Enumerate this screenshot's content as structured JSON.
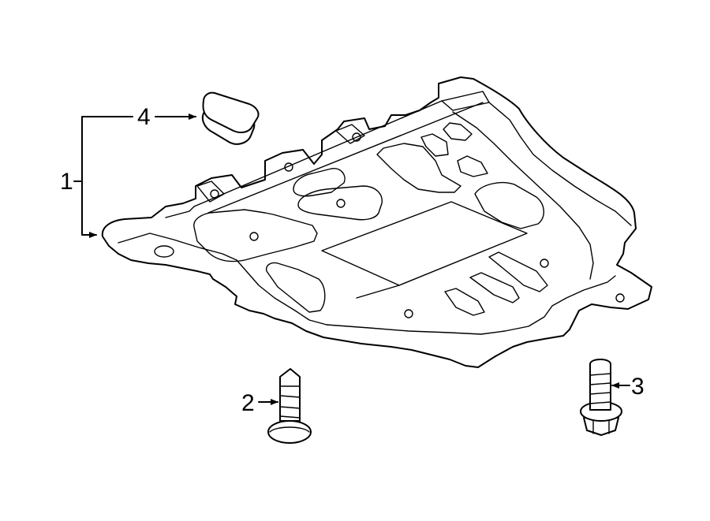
{
  "diagram": {
    "callouts": [
      {
        "id": "1",
        "label": "1"
      },
      {
        "id": "2",
        "label": "2"
      },
      {
        "id": "3",
        "label": "3"
      },
      {
        "id": "4",
        "label": "4"
      }
    ],
    "parts": [
      {
        "callout": "1",
        "icon": "splash-shield-icon"
      },
      {
        "callout": "2",
        "icon": "screw-icon"
      },
      {
        "callout": "3",
        "icon": "flange-bolt-icon"
      },
      {
        "callout": "4",
        "icon": "plug-icon"
      }
    ]
  }
}
